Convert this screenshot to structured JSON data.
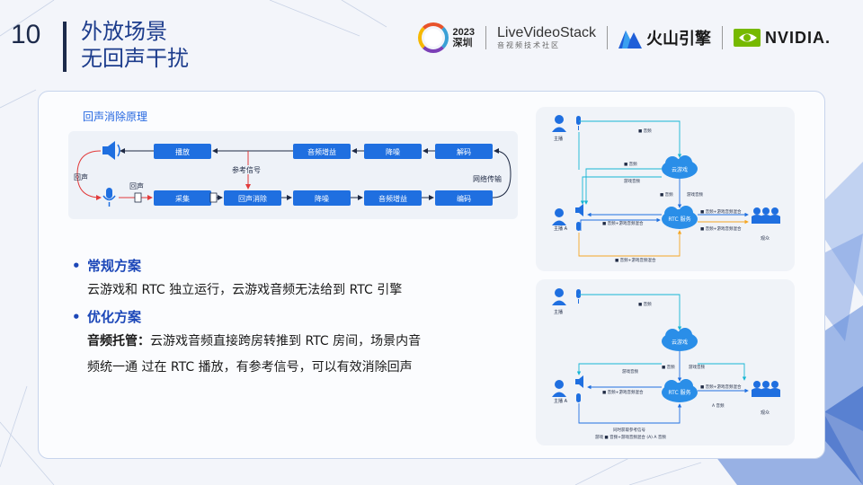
{
  "slide": {
    "number": "10",
    "title_line1": "外放场景",
    "title_line2": "无回声干扰"
  },
  "logos": {
    "conf_year": "2023",
    "conf_city": "深圳",
    "lvs_name": "LiveVideoStack",
    "lvs_sub": "音视频技术社区",
    "huoshan": "火山引擎",
    "nvidia": "NVIDIA."
  },
  "echo_diagram": {
    "title": "回声消除原理",
    "top_row": [
      "播放",
      "音频增益",
      "降噪",
      "解码"
    ],
    "bottom_row": [
      "采集",
      "回声消除",
      "降噪",
      "音频增益",
      "编码"
    ],
    "ref_label": "参考信号",
    "echo_left": "回声",
    "echo_mid": "回声",
    "network": "网络传输"
  },
  "bullets": [
    {
      "head": "常规方案",
      "body": [
        "云游戏和 RTC 独立运行，云游戏音频无法给到 RTC 引擎"
      ]
    },
    {
      "head": "优化方案",
      "strong": "音频托管：",
      "body": [
        "云游戏音频直接跨房转推到  RTC  房间，场景内音",
        "频统一通  过在 RTC 播放，有参考信号，可以有效消除回声"
      ]
    }
  ],
  "panel1": {
    "host": "主播",
    "host_a": "主播 A",
    "cloud_game": "云游戏",
    "rtc": "RTC 服务",
    "audience": "观众",
    "lbl_voice1": "■ 音频",
    "lbl_voice2": "■ 音频",
    "lbl_game1": "游戏音频",
    "lbl_voice3": "■ 音频",
    "lbl_game2": "游戏音频",
    "lbl_mix1": "■ 音频+游戏音频混合",
    "lbl_mix2": "■ 音频+游戏音频混合",
    "lbl_mix3": "■ 音频+游戏音频混合",
    "lbl_mix4": "■ 音频+游戏音频混合"
  },
  "panel2": {
    "host": "主播",
    "host_a": "主播 A",
    "cloud_game": "云游戏",
    "rtc": "RTC 服务",
    "audience": "观众",
    "lbl_voice1": "■ 音频",
    "lbl_game1": "游戏音频",
    "lbl_voice2": "■ 音频",
    "lbl_game2": "游戏音频",
    "lbl_mix1": "■ 音频+游戏音频混合",
    "lbl_mix2": "■ 音频+游戏音频混合",
    "lbl_a": "A 音频",
    "lbl_ref": "同时获取参考信号",
    "lbl_bottom": "游戏 ■ 音频+游戏音频混合 (A) A 音频"
  },
  "colors": {
    "accent": "#1c47b8",
    "node": "#1f6fe0",
    "cyan": "#16b6d4",
    "orange": "#f5a623"
  }
}
